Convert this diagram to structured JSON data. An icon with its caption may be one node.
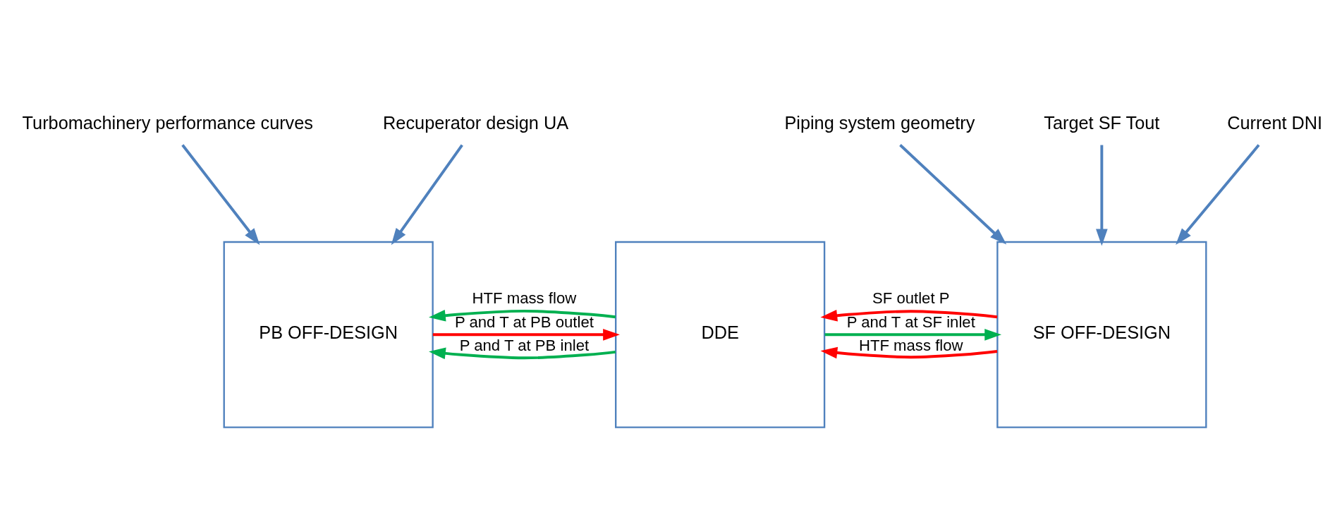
{
  "diagram": {
    "nodes": [
      {
        "text": [
          "Turbomachinery performance curves"
        ]
      },
      {
        "text": [
          "Recuperator design UA"
        ]
      },
      {
        "text": [
          "Piping system geometry"
        ]
      },
      {
        "text": [
          "Target SF Tout"
        ]
      },
      {
        "text": [
          "Current DNI"
        ]
      },
      {
        "text": [
          "PB OFF-DESIGN"
        ]
      },
      {
        "text": [
          "DDE"
        ]
      },
      {
        "text": [
          "SF OFF-DESIGN"
        ]
      }
    ],
    "edges": [
      {
        "from": 0,
        "to": 5,
        "arrow": "to"
      },
      {
        "from": 1,
        "to": 5,
        "arrow": "to"
      },
      {
        "from": 2,
        "to": 7,
        "arrow": "to"
      },
      {
        "from": 3,
        "to": 7,
        "arrow": "to"
      },
      {
        "from": 4,
        "to": 7,
        "arrow": "to"
      },
      {
        "from": 5,
        "to": 6,
        "arrow": "to",
        "label": "P and T at PB outlet",
        "color": "#ff0000"
      },
      {
        "from": 6,
        "to": 5,
        "arrow": "to",
        "label": "P and T at PB inlet",
        "color": "#00b050"
      },
      {
        "from": 6,
        "to": 5,
        "arrow": "to",
        "label": "HTF mass flow",
        "color": "#00b050"
      },
      {
        "from": 6,
        "to": 7,
        "arrow": "to",
        "label": "P and T at SF inlet",
        "color": "#00b050"
      },
      {
        "from": 7,
        "to": 6,
        "arrow": "to",
        "label": "SF outlet P",
        "color": "#ff0000"
      },
      {
        "from": 7,
        "to": 6,
        "arrow": "to",
        "label": "HTF mass flow",
        "color": "#ff0000"
      }
    ]
  }
}
